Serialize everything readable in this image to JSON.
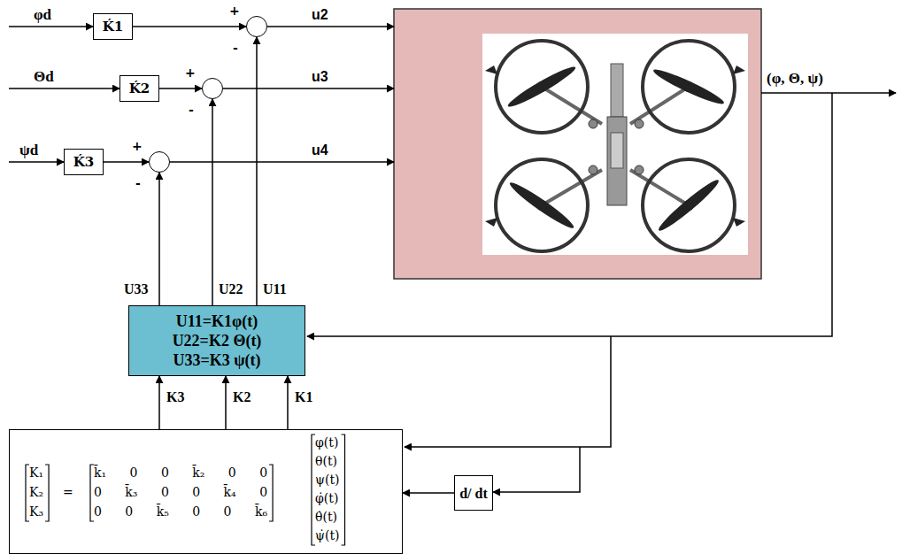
{
  "diagram": {
    "nodes": [
      {
        "text": [
          "Ḱ1"
        ]
      },
      {
        "text": [
          "+",
          "-"
        ]
      },
      {
        "text": [
          "Ḱ2"
        ]
      },
      {
        "text": [
          "+",
          "-"
        ]
      },
      {
        "text": [
          "Ḱ3"
        ]
      },
      {
        "text": [
          "+",
          "-"
        ]
      },
      {
        "text": [
          "U11=K1φ(t)",
          "U22=K2 Θ(t)",
          "U33=K3 ψ(t)"
        ]
      },
      {
        "text": [
          "K₁",
          "K₂",
          "K₃",
          "=",
          "k̄₁ 0 0 k̄₂ 0 0",
          "0 k̄₃ 0 0 k̄₄ 0",
          "0 0 k̄₅ 0 0 k̄₆",
          "φ(t)",
          "θ(t)",
          "ψ(t)",
          "φ̇(t)",
          "θ̇(t)",
          "ψ̇(t)"
        ]
      },
      {
        "text": [
          "d/ dt"
        ]
      }
    ],
    "edges": [
      {
        "from": 0,
        "to": 1,
        "arrow": "to"
      },
      {
        "from": 2,
        "to": 3,
        "arrow": "to"
      },
      {
        "from": 4,
        "to": 5,
        "arrow": "to"
      },
      {
        "from": 6,
        "to": 5,
        "label": "U33",
        "arrow": "to"
      },
      {
        "from": 6,
        "to": 3,
        "label": "U22",
        "arrow": "to"
      },
      {
        "from": 6,
        "to": 1,
        "label": "U11",
        "arrow": "to"
      },
      {
        "from": 7,
        "to": 6,
        "label": "K3",
        "arrow": "to"
      },
      {
        "from": 7,
        "to": 6,
        "label": "K2",
        "arrow": "to"
      },
      {
        "from": 7,
        "to": 6,
        "label": "K1",
        "arrow": "to"
      },
      {
        "from": 8,
        "to": 7,
        "arrow": "to"
      }
    ],
    "labels": [
      "φd",
      "Θd",
      "ψd",
      "u2",
      "u3",
      "u4",
      "(φ, Θ, ψ)"
    ]
  }
}
